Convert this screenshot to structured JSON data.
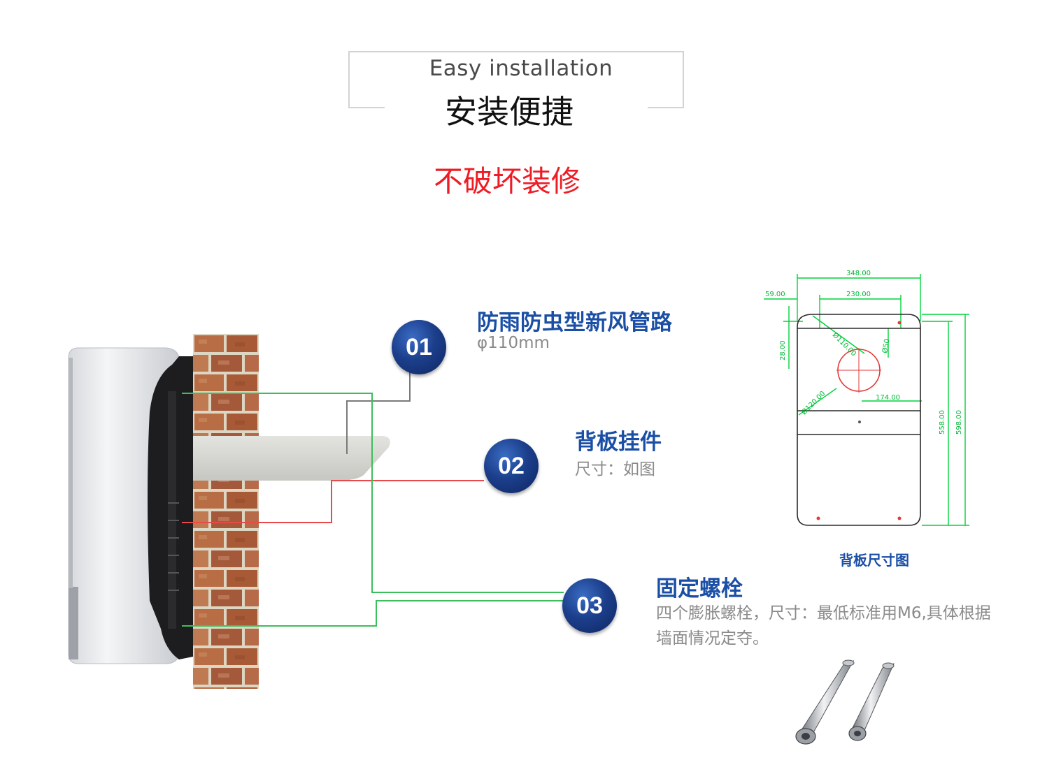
{
  "header": {
    "en_title": "Easy installation",
    "cn_title": "安装便捷",
    "subtitle": "不破坏装修"
  },
  "steps": [
    {
      "number": "01",
      "title": "防雨防虫型新风管路",
      "desc": "φ110mm"
    },
    {
      "number": "02",
      "title": "背板挂件",
      "desc": "尺寸：如图"
    },
    {
      "number": "03",
      "title": "固定螺栓",
      "desc": "四个膨胀螺栓，尺寸：最低标准用M6,具体根据墙面情况定夺。"
    }
  ],
  "drawing": {
    "caption": "背板尺寸图",
    "dims": {
      "d348": "348.00",
      "d230": "230.00",
      "d59": "59.00",
      "d28": "28.00",
      "d174": "174.00",
      "d558": "558.00",
      "d598": "598.00",
      "d110": "Ø110.00",
      "d120": "Ø120.00",
      "d50": "Ø50"
    }
  },
  "colors": {
    "accent_blue": "#1b4fa6",
    "badge_blue": "#1c3f8c",
    "accent_red": "#ee1c25",
    "line_green": "#3bbf5a",
    "dim_green": "#00d23c"
  }
}
